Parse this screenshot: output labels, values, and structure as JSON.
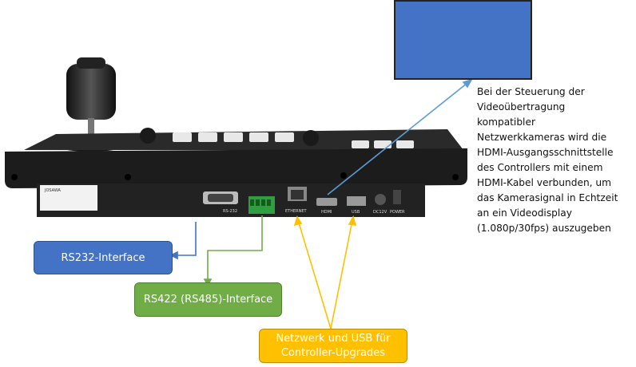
{
  "boxes": {
    "rs232": "RS232-Interface",
    "rs422": "RS422 (RS485)-Interface",
    "network": "Netzwerk und USB für\nController-Upgrades"
  },
  "description": "Bei der Steuerung der\nVideoübertragung\nkompatibler\nNetzwerkkameras wird die\nHDMI-Ausgangsschnittstelle\ndes Controllers mit einem\nHDMI-Kabel verbunden, um\ndas Kamerasignal in Echtzeit\nan ein Videodisplay\n(1.080p/30fps) auszugeben",
  "device": {
    "brand": "JOSAWA",
    "ports": {
      "rs232": "RS-232",
      "ethernet": "ETHERNET",
      "hdmi": "HDMI",
      "usb": "USB",
      "dc": "DC12V",
      "power": "POWER"
    }
  },
  "colors": {
    "blue": "#4472c4",
    "green": "#70ad47",
    "yellow": "#ffc000",
    "arrow_blue": "#5b9bd5"
  }
}
